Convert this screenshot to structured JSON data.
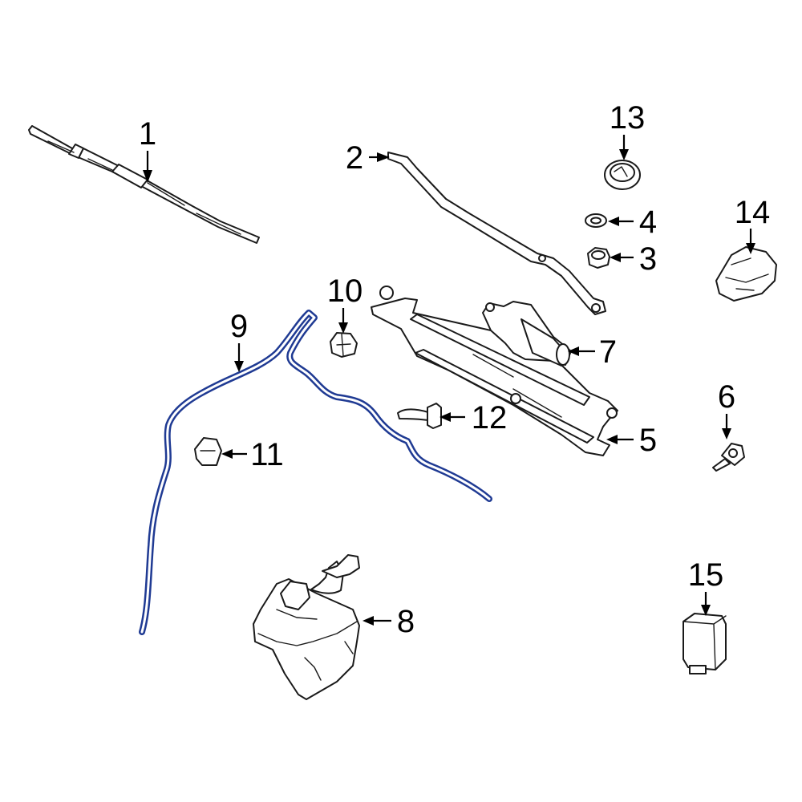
{
  "highlight_color": "#1f3a93",
  "highlighted_part": "9",
  "callouts": [
    {
      "id": "1",
      "label": "1"
    },
    {
      "id": "2",
      "label": "2"
    },
    {
      "id": "3",
      "label": "3"
    },
    {
      "id": "4",
      "label": "4"
    },
    {
      "id": "5",
      "label": "5"
    },
    {
      "id": "6",
      "label": "6"
    },
    {
      "id": "7",
      "label": "7"
    },
    {
      "id": "8",
      "label": "8"
    },
    {
      "id": "9",
      "label": "9"
    },
    {
      "id": "10",
      "label": "10"
    },
    {
      "id": "11",
      "label": "11"
    },
    {
      "id": "12",
      "label": "12"
    },
    {
      "id": "13",
      "label": "13"
    },
    {
      "id": "14",
      "label": "14"
    },
    {
      "id": "15",
      "label": "15"
    }
  ]
}
